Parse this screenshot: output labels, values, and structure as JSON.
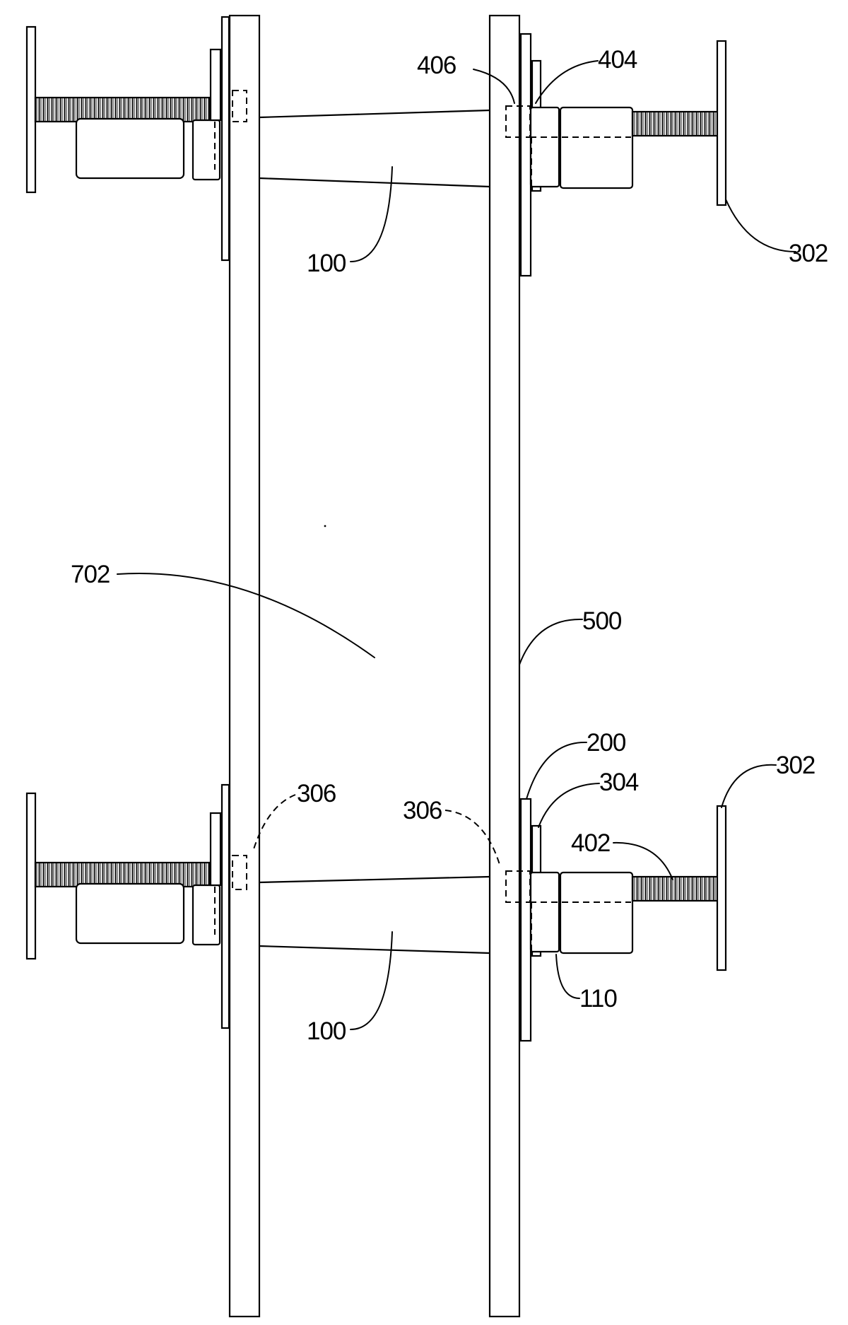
{
  "labels": {
    "l406": "406",
    "l404": "404",
    "l100_top": "100",
    "l302_top": "302",
    "l702": "702",
    "l500": "500",
    "l200": "200",
    "l302_bottom": "302",
    "l306_left": "306",
    "l304": "304",
    "l306_right": "306",
    "l402": "402",
    "l110": "110",
    "l100_bottom": "100"
  }
}
